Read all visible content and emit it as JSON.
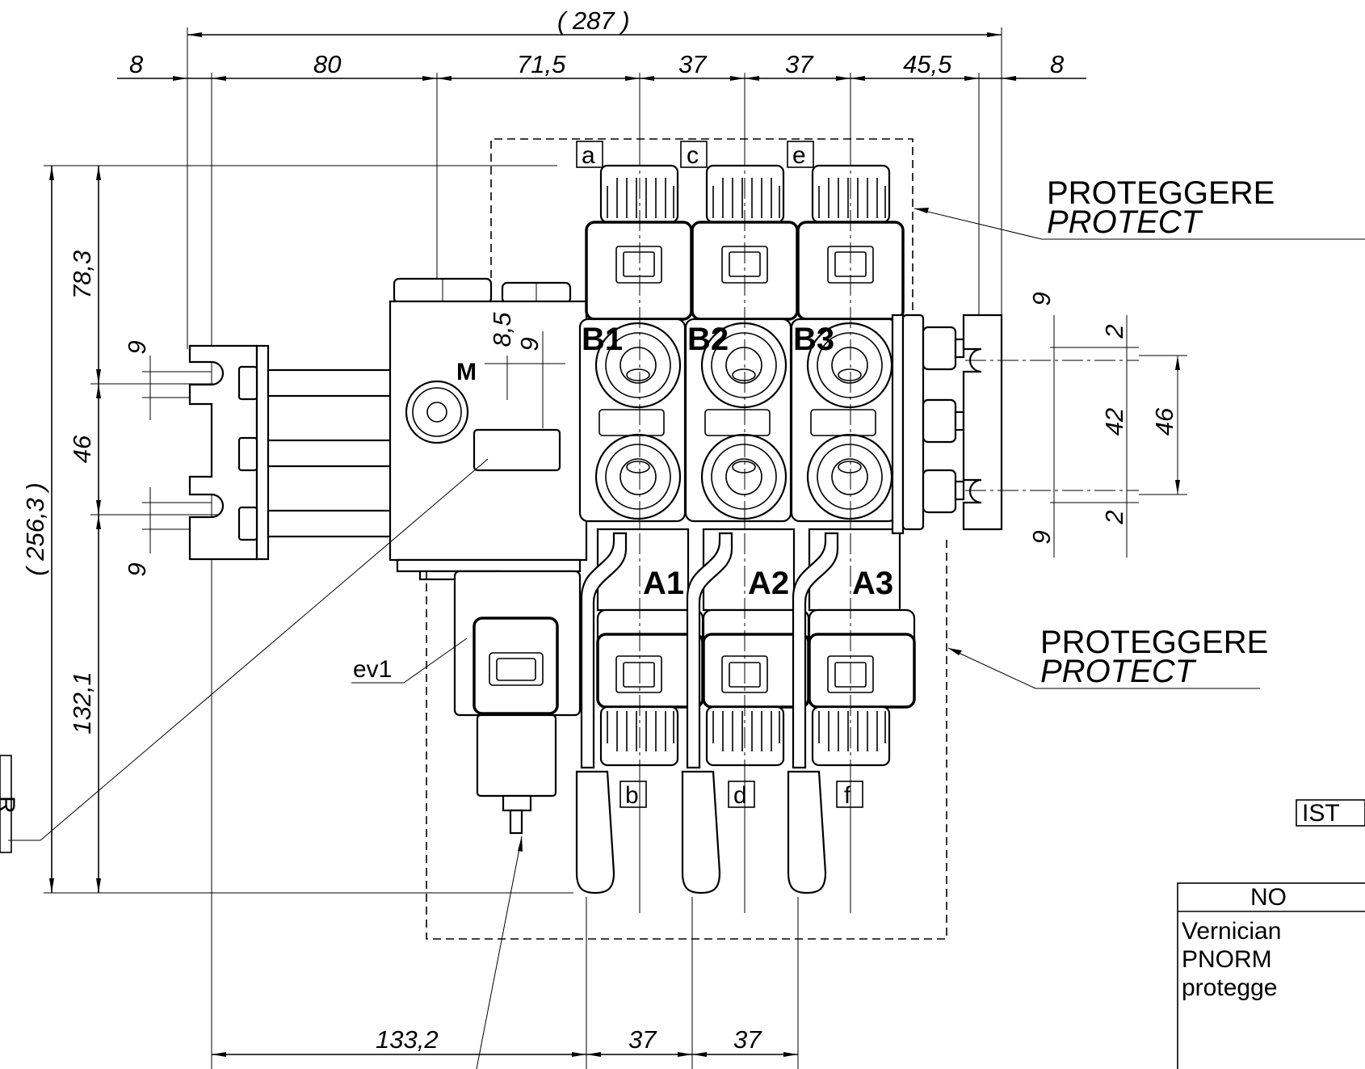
{
  "dimensions": {
    "overall_width": "( 287 )",
    "left_margin": "8",
    "seg_80": "80",
    "seg_71_5": "71,5",
    "pitch_1": "37",
    "pitch_2": "37",
    "seg_45_5": "45,5",
    "right_margin": "8",
    "height_78_3": "78,3",
    "height_46": "46",
    "height_132_1": "132,1",
    "overall_height": "( 256,3 )",
    "slot_9_top": "9",
    "slot_9_bottom": "9",
    "inlet_8_5": "8,5",
    "inlet_9": "9",
    "right_slot_9_top": "9",
    "right_slot_9_bottom": "9",
    "right_2_top": "2",
    "right_2_bottom": "2",
    "right_42": "42",
    "right_46": "46",
    "bottom_133_2": "133,2",
    "bottom_37_a": "37",
    "bottom_37_b": "37"
  },
  "ports": {
    "a": "a",
    "c": "c",
    "e": "e",
    "b": "b",
    "d": "d",
    "f": "f",
    "B1": "B1",
    "B2": "B2",
    "B3": "B3",
    "A1": "A1",
    "A2": "A2",
    "A3": "A3",
    "M": "M",
    "ev1": "ev1"
  },
  "notes": {
    "protect_it_1": "PROTEGGERE",
    "protect_en_1": "PROTECT",
    "protect_it_2": "PROTEGGERE",
    "protect_en_2": "PROTECT",
    "ist_label": "IST",
    "left_box_label": "R",
    "note_header": "NO",
    "note_line1": "Vernician",
    "note_line2": "PNORM",
    "note_line3": "protegge"
  }
}
